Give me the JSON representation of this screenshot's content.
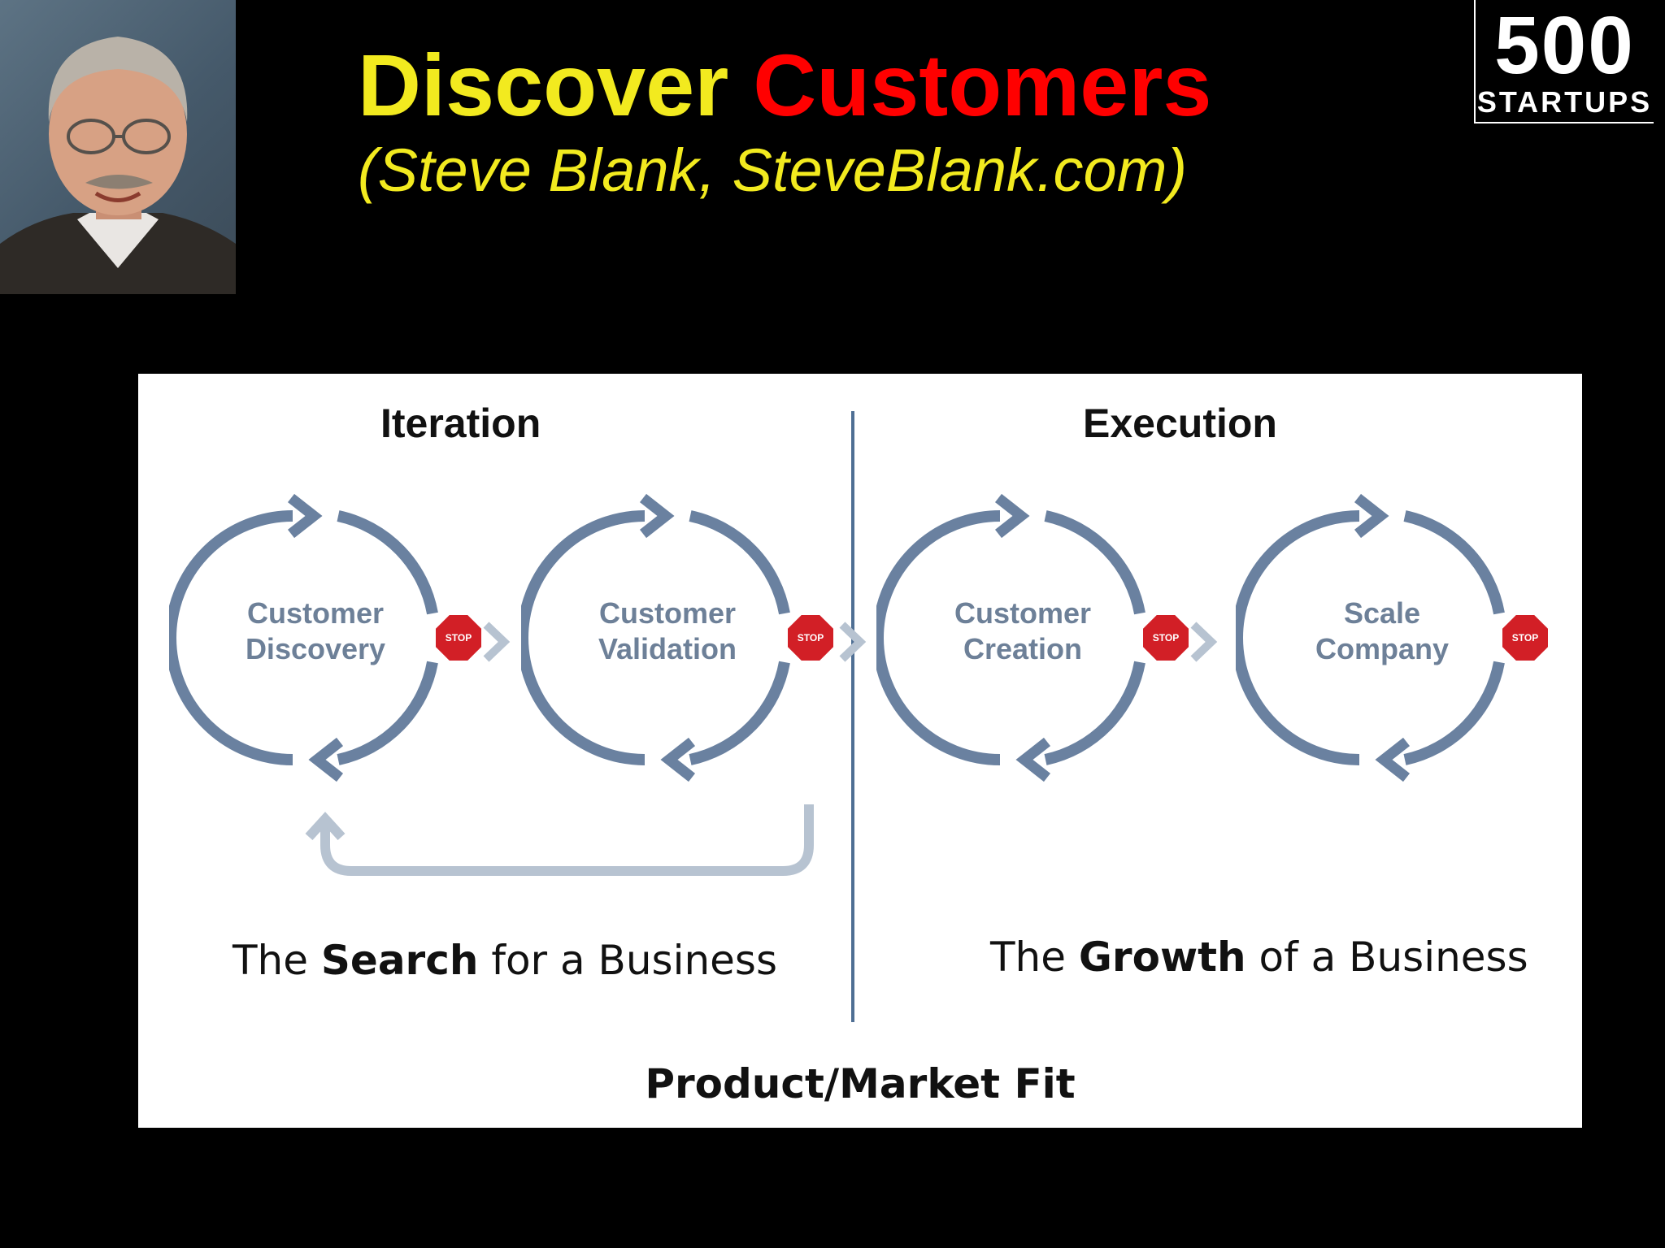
{
  "header": {
    "title_part1": "Discover",
    "title_part2": "Customers",
    "subtitle": "(Steve Blank, SteveBlank.com)",
    "title_colors": {
      "part1": "#f2ea1f",
      "part2": "#ff0000"
    }
  },
  "logo": {
    "number": "500",
    "text": "STARTUPS"
  },
  "diagram": {
    "left_heading": "Iteration",
    "right_heading": "Execution",
    "stages": [
      {
        "line1": "Customer",
        "line2": "Discovery"
      },
      {
        "line1": "Customer",
        "line2": "Validation"
      },
      {
        "line1": "Customer",
        "line2": "Creation"
      },
      {
        "line1": "Scale",
        "line2": "Company"
      }
    ],
    "stop_label": "STOP",
    "left_caption": {
      "pre": "The ",
      "bold": "Search",
      "post": " for a Business"
    },
    "right_caption": {
      "pre": "The ",
      "bold": "Growth",
      "post": " of a Business"
    },
    "footer": "Product/Market Fit",
    "colors": {
      "cycle": "#6a81a0",
      "divider": "#4f6f94",
      "stop": "#d21f26",
      "arrow": "#b7c3d1"
    }
  }
}
